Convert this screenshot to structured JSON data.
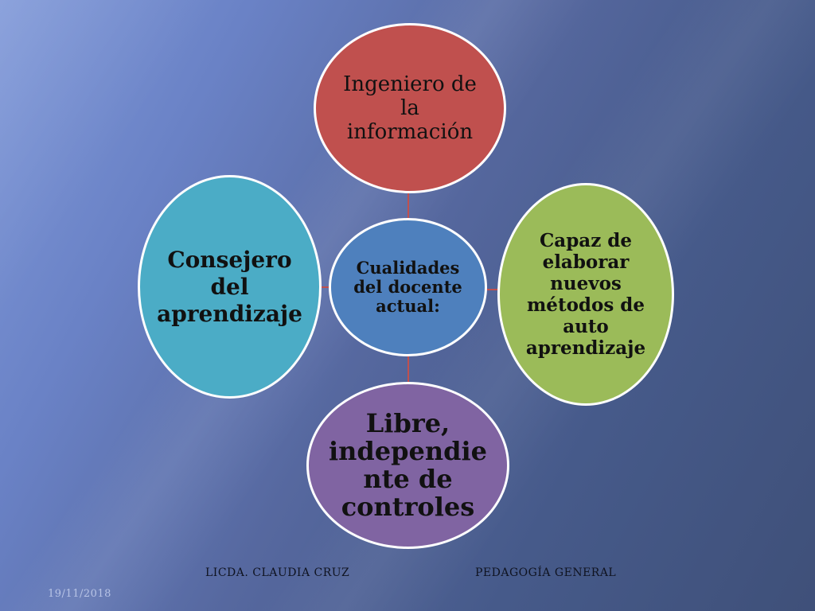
{
  "center": {
    "label": "Cualidades\ndel docente\nactual:",
    "color": "#4e80bd"
  },
  "nodes": {
    "top": {
      "label": "Ingeniero de\nla\ninformación",
      "color": "#c0504e"
    },
    "left": {
      "label": "Consejero\ndel\naprendizaje",
      "color": "#4bacc6"
    },
    "right": {
      "label": "Capaz de\nelaborar\nnuevos\nmétodos de\nauto\naprendizaje",
      "color": "#9bbb59"
    },
    "bottom": {
      "label": "Libre,\nindependie\nnte de\ncontroles",
      "color": "#8064a2"
    }
  },
  "footer": {
    "author": "LICDA. CLAUDIA CRUZ",
    "subject": "PEDAGOGÍA GENERAL",
    "date": "19/11/2018"
  }
}
